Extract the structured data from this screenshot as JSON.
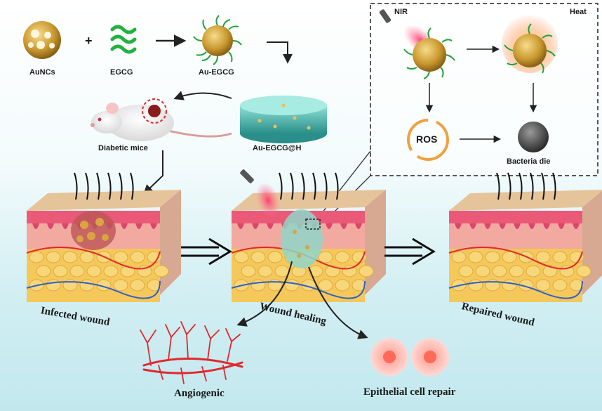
{
  "labels": {
    "aunc": "AuNCs",
    "egcg": "EGCG",
    "au_egcg": "Au-EGCG",
    "hydrogel": "Au-EGCG@H",
    "mice": "Diabetic mice",
    "nir": "NIR",
    "heat": "Heat",
    "ros": "ROS",
    "bacteria": "Bacteria die",
    "infected": "Infected wound",
    "healing": "Wound healing",
    "repaired": "Repaired wound",
    "angio": "Angiogenic",
    "epithelial": "Epithelial cell repair"
  },
  "symbols": {
    "plus": "+"
  },
  "colors": {
    "gold": "#c9982f",
    "egcg_green": "#22b13f",
    "skin_pink": "#ea5a78",
    "dermis": "#f2a9a0",
    "fat_yellow": "#f4c85a",
    "vessel_red": "#e0282e",
    "vessel_blue": "#2c5fc9",
    "hydrogel": "#4fb8b0",
    "ros_orange": "#f0a040"
  }
}
